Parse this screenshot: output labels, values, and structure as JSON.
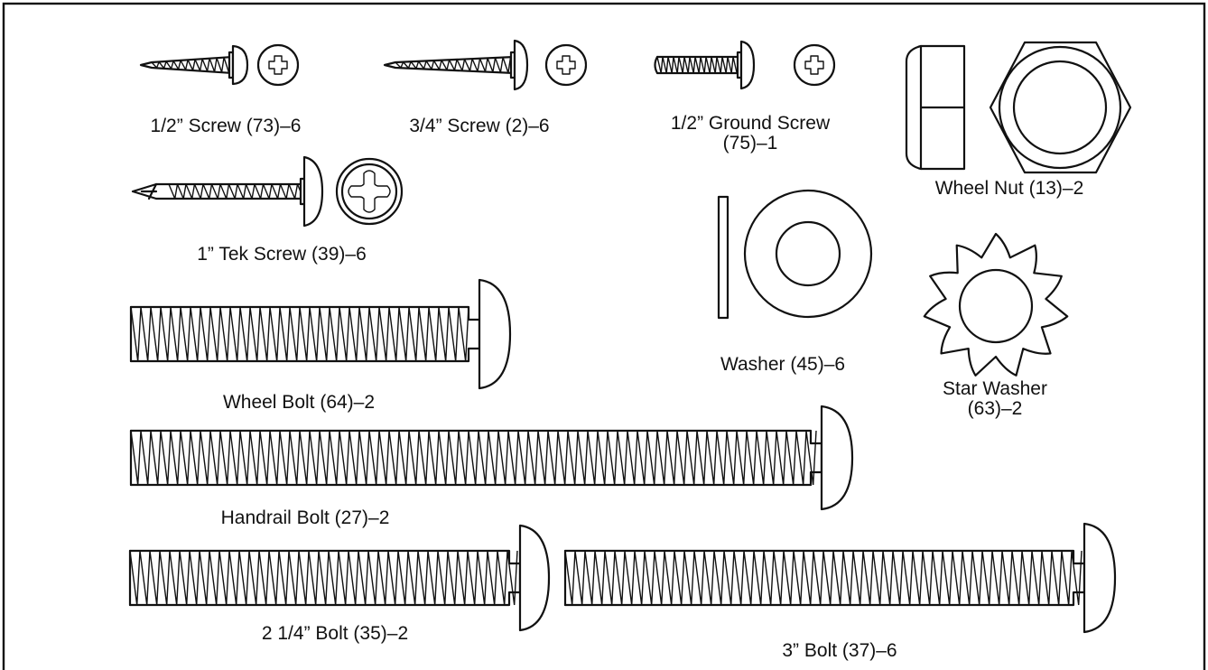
{
  "parts": [
    {
      "id": "screw-half",
      "icon": "screw-icon",
      "label_lines": [
        "1/2” Screw (73)–6"
      ]
    },
    {
      "id": "screw-three-quarter",
      "icon": "screw-icon",
      "label_lines": [
        "3/4” Screw (2)–6"
      ]
    },
    {
      "id": "ground-screw",
      "icon": "ground-screw-icon",
      "label_lines": [
        "1/2” Ground Screw",
        "(75)–1"
      ]
    },
    {
      "id": "wheel-nut",
      "icon": "hex-nut-icon",
      "label_lines": [
        "Wheel Nut (13)–2"
      ]
    },
    {
      "id": "tek-screw",
      "icon": "tek-screw-icon",
      "label_lines": [
        "1” Tek Screw (39)–6"
      ]
    },
    {
      "id": "washer",
      "icon": "flat-washer-icon",
      "label_lines": [
        "Washer (45)–6"
      ]
    },
    {
      "id": "star-washer",
      "icon": "star-washer-icon",
      "label_lines": [
        "Star Washer",
        "(63)–2"
      ]
    },
    {
      "id": "wheel-bolt",
      "icon": "bolt-icon",
      "label_lines": [
        "Wheel Bolt (64)–2"
      ]
    },
    {
      "id": "handrail-bolt",
      "icon": "bolt-icon",
      "label_lines": [
        "Handrail Bolt (27)–2"
      ]
    },
    {
      "id": "bolt-two-quarter",
      "icon": "bolt-icon",
      "label_lines": [
        "2 1/4” Bolt (35)–2"
      ]
    },
    {
      "id": "bolt-three",
      "icon": "bolt-icon",
      "label_lines": [
        "3” Bolt (37)–6"
      ]
    }
  ]
}
